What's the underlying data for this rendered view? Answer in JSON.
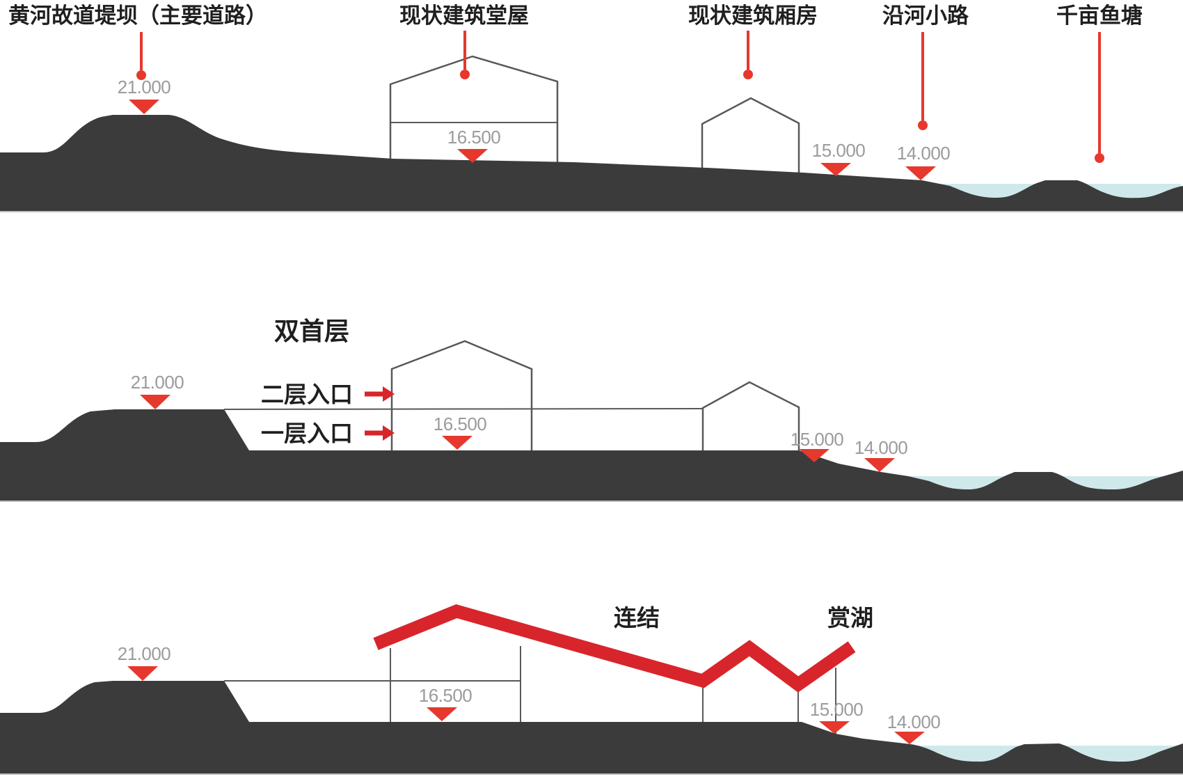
{
  "colors": {
    "background": "#ffffff",
    "terrain": "#3b3b3b",
    "water": "#cfe9eb",
    "ribbon_red": "#d8252c",
    "marker_red": "#e6382d",
    "elevation_text_gray": "#9b9b9b",
    "label_black": "#1f1f1f",
    "building_outline": "#57585a"
  },
  "icons": {
    "elevation_marker": "down-triangle",
    "leader_dot": "circle",
    "entry_arrow": "right-arrow"
  },
  "p1": {
    "label_dam": "黄河故道堤坝（主要道路）",
    "label_hall": "现状建筑堂屋",
    "label_wing": "现状建筑厢房",
    "label_path": "沿河小路",
    "label_pond": "千亩鱼塘",
    "elev_dam": "21.000",
    "elev_hall": "16.500",
    "elev_wing": "15.000",
    "elev_path": "14.000"
  },
  "p2": {
    "title": "双首层",
    "entry_upper": "二层入口",
    "entry_lower": "一层入口",
    "elev_dam": "21.000",
    "elev_hall": "16.500",
    "elev_wing": "15.000",
    "elev_path": "14.000"
  },
  "p3": {
    "label_connect": "连结",
    "label_lake": "赏湖",
    "elev_dam": "21.000",
    "elev_hall": "16.500",
    "elev_wing": "15.000",
    "elev_path": "14.000"
  }
}
